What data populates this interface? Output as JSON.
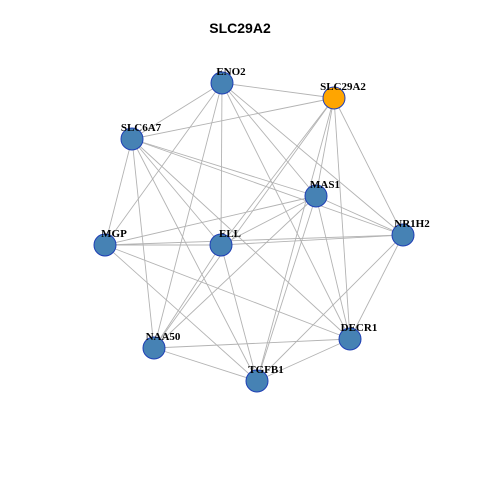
{
  "title": "SLC29A2",
  "colors": {
    "node_default": "#4682b4",
    "node_highlight": "#ffa500",
    "edge": "#b3b3b3",
    "node_border": "#1f3fb5"
  },
  "nodes": [
    {
      "id": "ENO2",
      "label": "ENO2",
      "highlight": false
    },
    {
      "id": "SLC29A2",
      "label": "SLC29A2",
      "highlight": true
    },
    {
      "id": "SLC6A7",
      "label": "SLC6A7",
      "highlight": false
    },
    {
      "id": "MAS1",
      "label": "MAS1",
      "highlight": false
    },
    {
      "id": "NR1H2",
      "label": "NR1H2",
      "highlight": false
    },
    {
      "id": "MGP",
      "label": "MGP",
      "highlight": false
    },
    {
      "id": "ELL",
      "label": "ELL",
      "highlight": false
    },
    {
      "id": "DECR1",
      "label": "DECR1",
      "highlight": false
    },
    {
      "id": "NAA50",
      "label": "NAA50",
      "highlight": false
    },
    {
      "id": "TGFB1",
      "label": "TGFB1",
      "highlight": false
    }
  ],
  "edges": [
    [
      "ENO2",
      "SLC29A2"
    ],
    [
      "ENO2",
      "SLC6A7"
    ],
    [
      "ENO2",
      "MAS1"
    ],
    [
      "ENO2",
      "NR1H2"
    ],
    [
      "ENO2",
      "MGP"
    ],
    [
      "ENO2",
      "ELL"
    ],
    [
      "ENO2",
      "DECR1"
    ],
    [
      "ENO2",
      "NAA50"
    ],
    [
      "SLC29A2",
      "SLC6A7"
    ],
    [
      "SLC29A2",
      "MAS1"
    ],
    [
      "SLC29A2",
      "NR1H2"
    ],
    [
      "SLC29A2",
      "ELL"
    ],
    [
      "SLC29A2",
      "DECR1"
    ],
    [
      "SLC29A2",
      "NAA50"
    ],
    [
      "SLC29A2",
      "TGFB1"
    ],
    [
      "SLC6A7",
      "MAS1"
    ],
    [
      "SLC6A7",
      "NR1H2"
    ],
    [
      "SLC6A7",
      "MGP"
    ],
    [
      "SLC6A7",
      "ELL"
    ],
    [
      "SLC6A7",
      "DECR1"
    ],
    [
      "SLC6A7",
      "NAA50"
    ],
    [
      "SLC6A7",
      "TGFB1"
    ],
    [
      "MAS1",
      "NR1H2"
    ],
    [
      "MAS1",
      "MGP"
    ],
    [
      "MAS1",
      "ELL"
    ],
    [
      "MAS1",
      "DECR1"
    ],
    [
      "MAS1",
      "NAA50"
    ],
    [
      "MAS1",
      "TGFB1"
    ],
    [
      "NR1H2",
      "MGP"
    ],
    [
      "NR1H2",
      "ELL"
    ],
    [
      "NR1H2",
      "DECR1"
    ],
    [
      "NR1H2",
      "TGFB1"
    ],
    [
      "MGP",
      "ELL"
    ],
    [
      "MGP",
      "DECR1"
    ],
    [
      "MGP",
      "TGFB1"
    ],
    [
      "ELL",
      "NAA50"
    ],
    [
      "ELL",
      "TGFB1"
    ],
    [
      "DECR1",
      "NAA50"
    ],
    [
      "DECR1",
      "TGFB1"
    ],
    [
      "NAA50",
      "TGFB1"
    ]
  ]
}
